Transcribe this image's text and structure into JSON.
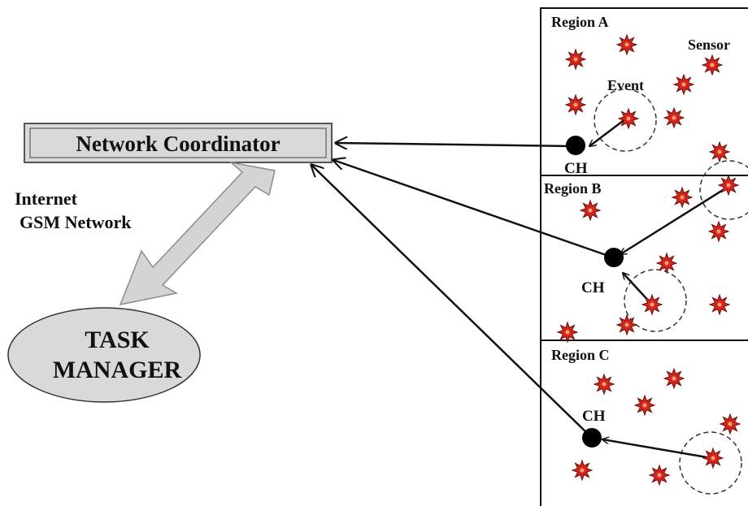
{
  "coordinator": {
    "label": "Network Coordinator"
  },
  "link": {
    "line1": "Internet",
    "line2": "GSM Network"
  },
  "task_manager": {
    "line1": "TASK",
    "line2": "MANAGER"
  },
  "regions": [
    {
      "id": "a",
      "title": "Region A",
      "ch_label": "CH",
      "sensor_label": "Sensor",
      "event_label": "Event"
    },
    {
      "id": "b",
      "title": "Region B",
      "ch_label": "CH"
    },
    {
      "id": "c",
      "title": "Region C",
      "ch_label": "CH"
    }
  ],
  "colors": {
    "sensor_fill": "#d9261c",
    "sensor_center": "#f2a07a",
    "stroke": "#111111",
    "coordinator_fill": "#d9d9d9",
    "task_manager_fill": "#d9d9d9"
  },
  "icons": {
    "sensor": "sensor-star-icon",
    "cluster_head": "cluster-head-node-icon"
  }
}
